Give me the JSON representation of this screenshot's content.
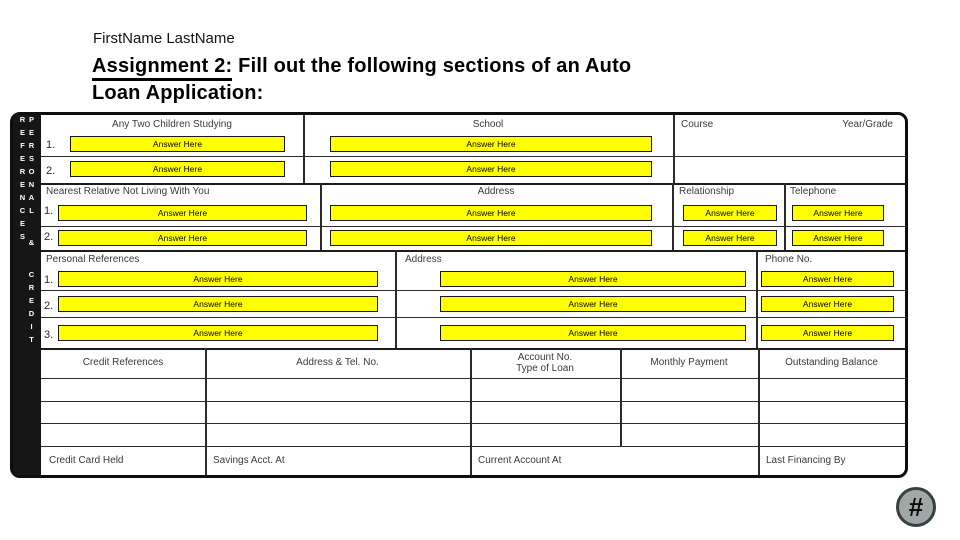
{
  "slide": {
    "author": "FirstName LastName",
    "heading": {
      "underlined": "Assignment 2:",
      "line1_rest": " Fill out the following sections of an Auto",
      "line2": "Loan Application:"
    },
    "page_number_symbol": "#"
  },
  "sidebar": {
    "vertical_label": "PERSONAL & CREDIT REFERENCES"
  },
  "form": {
    "answer_label": "Answer Here",
    "students": {
      "header_names": "Any Two Children Studying",
      "header_school": "School",
      "header_course": "Course",
      "header_year": "Year/Grade",
      "rows": [
        "1.",
        "2."
      ]
    },
    "relative": {
      "header_name": "Nearest Relative Not Living With You",
      "header_address": "Address",
      "header_relationship": "Relationship",
      "header_telephone": "Telephone",
      "rows": [
        "1.",
        "2."
      ]
    },
    "references": {
      "header_name": "Personal References",
      "header_address": "Address",
      "header_phone": "Phone No.",
      "rows": [
        "1.",
        "2.",
        "3."
      ]
    },
    "credit": {
      "header_references": "Credit References",
      "header_address": "Address & Tel. No.",
      "header_account_line1": "Account No.",
      "header_account_line2": "Type of Loan",
      "header_monthly": "Monthly Payment",
      "header_outstanding": "Outstanding Balance"
    },
    "bottom": {
      "credit_card": "Credit Card Held",
      "savings": "Savings Acct. At",
      "current": "Current Account At",
      "financing": "Last Financing By"
    }
  }
}
